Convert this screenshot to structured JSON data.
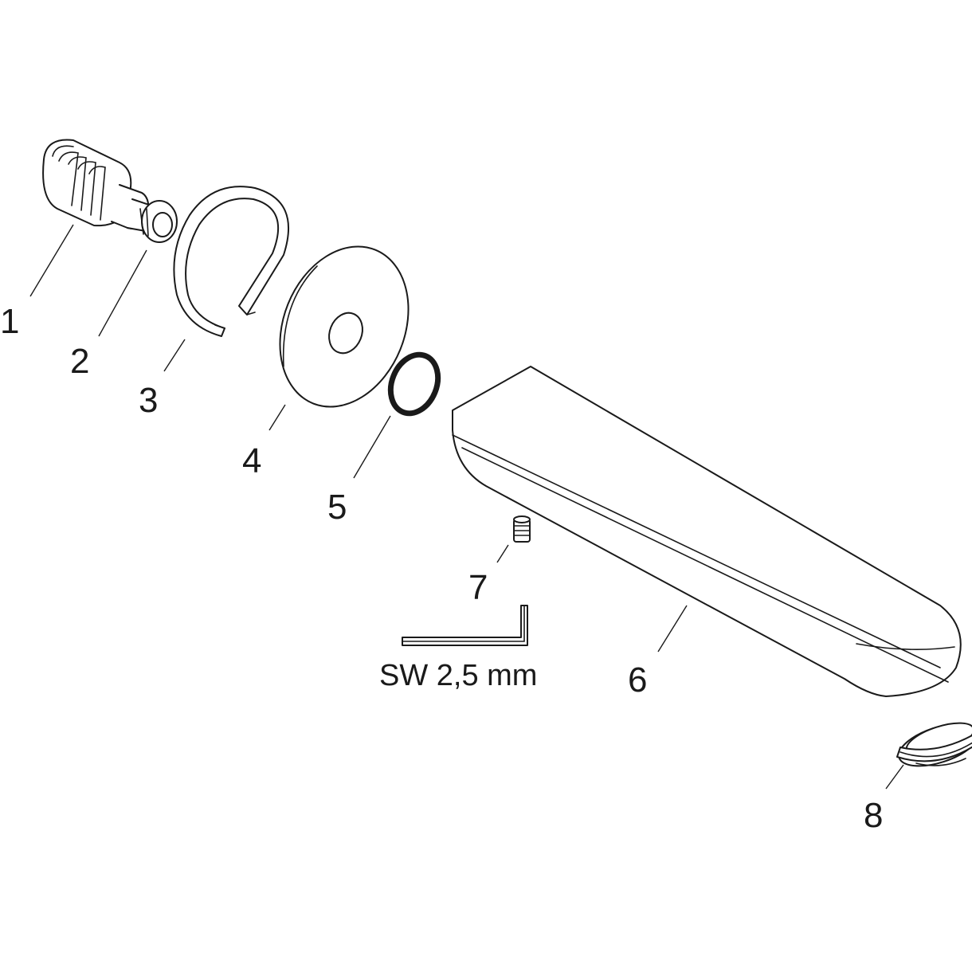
{
  "callouts": [
    {
      "id": "1",
      "label": "1"
    },
    {
      "id": "2",
      "label": "2"
    },
    {
      "id": "3",
      "label": "3"
    },
    {
      "id": "4",
      "label": "4"
    },
    {
      "id": "5",
      "label": "5"
    },
    {
      "id": "6",
      "label": "6"
    },
    {
      "id": "7",
      "label": "7"
    },
    {
      "id": "8",
      "label": "8"
    }
  ],
  "tool_label": "SW 2,5 mm",
  "colors": {
    "line": "#1a1a1a",
    "background": "#ffffff"
  }
}
